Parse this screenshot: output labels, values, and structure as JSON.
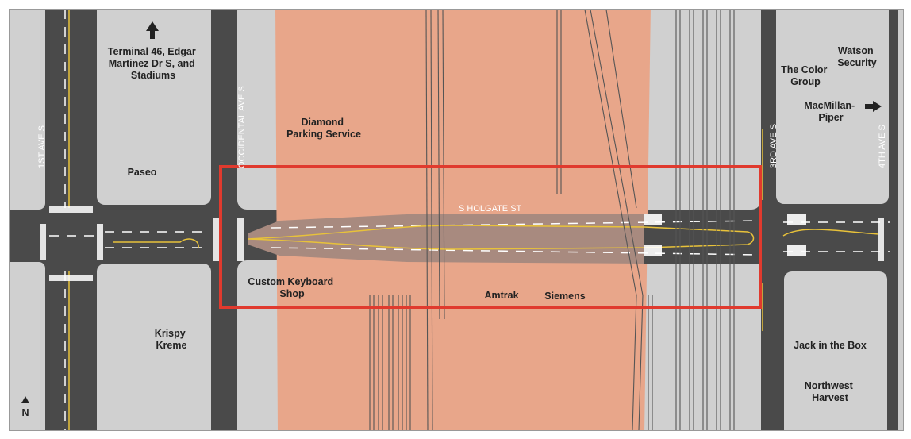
{
  "colors": {
    "road": "#4a4a4a",
    "block": "#d0d0d0",
    "rail_zone": "#e8a68a",
    "project_corridor": "#a88a7f",
    "highlight_box": "#e03a2e",
    "centerline": "#e8c23a",
    "lane_mark": "#ffffff"
  },
  "labels": {
    "terminal": [
      "Terminal 46, Edgar",
      "Martinez Dr S, and",
      "Stadiums"
    ],
    "paseo": "Paseo",
    "krispy": [
      "Krispy",
      "Kreme"
    ],
    "diamond": [
      "Diamond",
      "Parking Service"
    ],
    "custom": [
      "Custom Keyboard",
      "Shop"
    ],
    "amtrak": "Amtrak",
    "siemens": "Siemens",
    "color_group": [
      "The Color",
      "Group"
    ],
    "watson": [
      "Watson",
      "Security"
    ],
    "macmillan": [
      "MacMillan-",
      "Piper"
    ],
    "jack": "Jack in the Box",
    "northwest": [
      "Northwest",
      "Harvest"
    ]
  },
  "streets": {
    "first_ave": "1ST AVE S",
    "occidental": "OCCIDENTAL AVE S",
    "third_ave": "3RD AVE S",
    "fourth_ave": "4TH AVE S",
    "holgate": "S HOLGATE ST"
  },
  "icons": {
    "north_arrow": "north-arrow-icon",
    "up_arrow": "up-arrow-icon",
    "right_arrow": "right-arrow-icon"
  },
  "north_label": "N"
}
